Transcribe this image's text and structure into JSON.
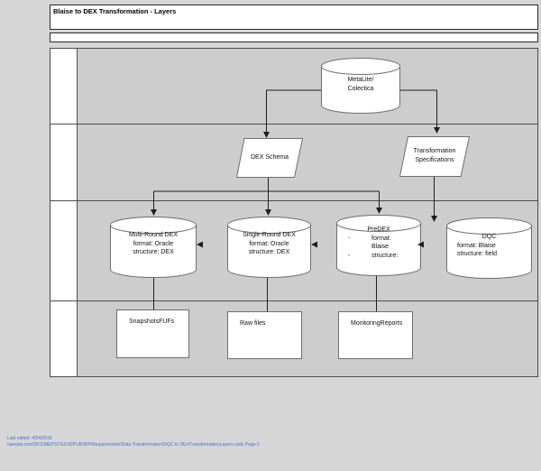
{
  "page": {
    "title": "Blaise to DEX Transformation - Layers"
  },
  "footer": {
    "last_edited": "Last edited: 4/24/2018",
    "file_path": "\\\\westat.com\\DFS\\MEPS\\TECH2PUB\\IRP\\Requirements\\Data Transformation\\DQC to DEx\\TransformationLayers.vsdx Page-1",
    "text_color": "#4472c4"
  },
  "colors": {
    "canvas_bg": "#d6d6d6",
    "lane_fill": "#cdcdcd",
    "shape_fill": "#ffffff",
    "connector_color": "#1f1f1f"
  },
  "diagram": {
    "nodes": {
      "metalite": {
        "shape": "cylinder",
        "lines": [
          "MetaLite/",
          "Colectica"
        ]
      },
      "dex_schema": {
        "shape": "parallelogram",
        "label": "DEX Schema"
      },
      "transformation_specs": {
        "shape": "parallelogram",
        "lines": [
          "Transformation",
          "Specifications"
        ]
      },
      "multi_round_dex": {
        "shape": "cylinder",
        "lines": [
          "Multi-Round DEX",
          "format: Oracle",
          "structure: DEX"
        ]
      },
      "single_round_dex": {
        "shape": "cylinder",
        "lines": [
          "Single-Round DEX",
          "format: Oracle",
          "structure: DEX"
        ]
      },
      "predex": {
        "shape": "cylinder",
        "title": "PreDEX",
        "items": [
          {
            "bullet": "-",
            "text": "format:"
          },
          {
            "bullet": "",
            "text": "Blaise"
          },
          {
            "bullet": "-",
            "text": "structure:"
          }
        ]
      },
      "dqc": {
        "shape": "cylinder",
        "lines": [
          "DQC",
          "format: Blaise",
          "structure: field"
        ]
      },
      "snapshots_fufs": {
        "shape": "rectangle",
        "label": "SnapshotsFUFs"
      },
      "raw_files": {
        "shape": "rectangle",
        "label": "Raw files"
      },
      "monitoring_reports": {
        "shape": "rectangle",
        "label": "MonitoringReports"
      }
    }
  }
}
